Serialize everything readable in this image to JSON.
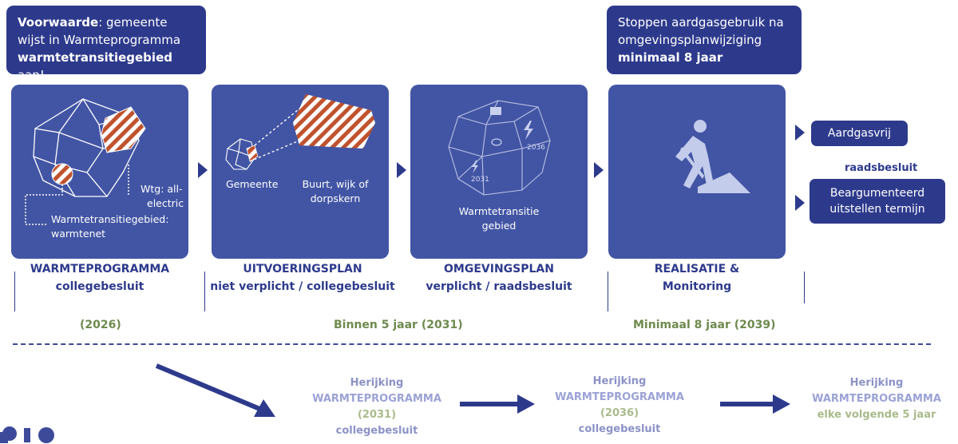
{
  "notes": {
    "left": {
      "bold1": "Voorwaarde",
      "text1": ": gemeente wijst in Warmteprogramma ",
      "bold2": "warmtetransitiegebied",
      "text2": " aan!"
    },
    "right": {
      "text1": "Stoppen aardgasgebruik na omgevingsplanwijziging ",
      "bold": "minimaal 8 jaar"
    }
  },
  "cards": {
    "warmteprogramma": {
      "label_wtg": "Wtg: all-electric",
      "label_wtg_l1": "Wtg: all-",
      "label_wtg_l2": "electric",
      "label_wtg_gebied_l1": "Warmtetransitiegebied:",
      "label_wtg_gebied_l2": "warmtenet",
      "title_l1": "WARMTEPROGRAMMA",
      "title_l2": "collegebesluit"
    },
    "uitvoeringsplan": {
      "label_gemeente": "Gemeente",
      "label_buurt_l1": "Buurt, wijk of",
      "label_buurt_l2": "dorpskern",
      "title_l1": "UITVOERINGSPLAN",
      "title_l2": "niet verplicht / collegebesluit"
    },
    "omgevingsplan": {
      "label_l1": "Warmtetransitie",
      "label_l2": "gebied",
      "year_a": "2031",
      "year_b": "2036",
      "title_l1": "OMGEVINGSPLAN",
      "title_l2": "verplicht / raadsbesluit"
    },
    "realisatie": {
      "title_l1": "REALISATIE &",
      "title_l2": "Monitoring"
    }
  },
  "years": {
    "y1": "(2026)",
    "y2": "Binnen 5 jaar (2031)",
    "y3": "Minimaal 8 jaar (2039)"
  },
  "outcomes": {
    "aardgasvrij": "Aardgasvrij",
    "raadsbesluit": "raadsbesluit",
    "uitstellen_l1": "Beargumenteerd",
    "uitstellen_l2": "uitstellen termijn"
  },
  "recalibrations": [
    {
      "l1": "Herijking",
      "l2": "WARMTEPROGRAMMA",
      "l3": "(2031)",
      "l4": "collegebesluit"
    },
    {
      "l1": "Herijking",
      "l2": "WARMTEPROGRAMMA",
      "l3": "(2036)",
      "l4": "collegebesluit"
    },
    {
      "l1": "Herijking",
      "l2": "WARMTEPROGRAMMA",
      "l3": "elke volgende 5 jaar"
    }
  ],
  "colors": {
    "dark_blue": "#2d3a8c",
    "card_blue": "#4255a4",
    "hatch_orange": "#c0522d",
    "green": "#6e8a4e",
    "light_purple": "#8c92c7"
  },
  "icons": {
    "realisatie": "worker-shovel-icon",
    "arrow": "triangle-right-icon",
    "logo": "pio-logo"
  }
}
